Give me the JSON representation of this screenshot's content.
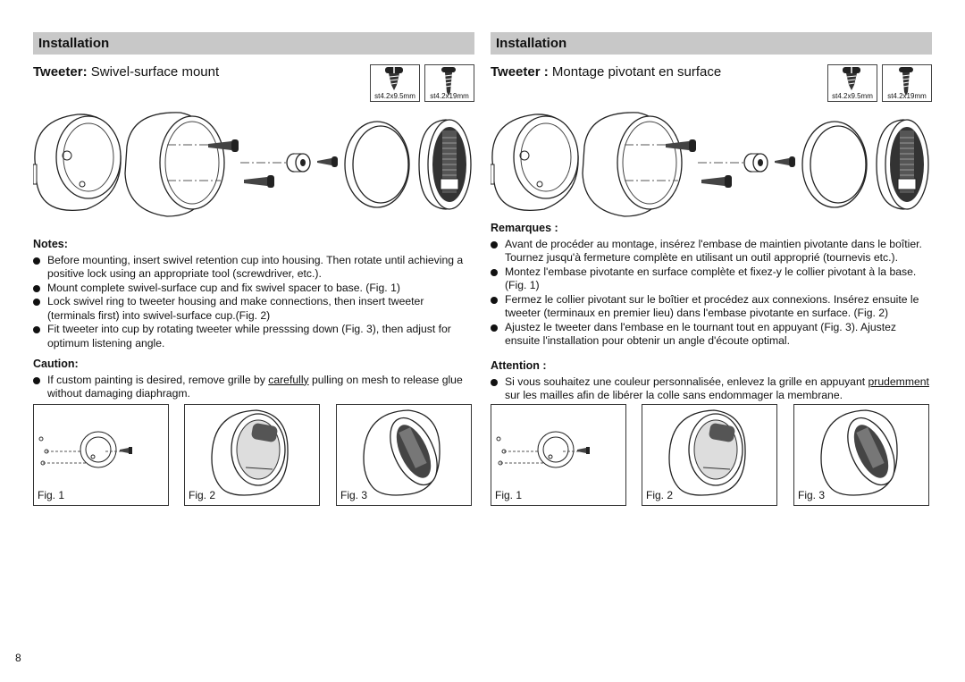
{
  "page_number": "8",
  "en": {
    "header": "Installation",
    "subtitle_bold": "Tweeter:",
    "subtitle_rest": " Swivel-surface mount",
    "screw1_label": "st4.2x9.5mm",
    "screw2_label": "st4.2x19mm",
    "notes_heading": "Notes:",
    "notes": [
      "Before mounting, insert swivel retention cup into housing. Then rotate until achieving a positive lock using an appropriate tool (screwdriver, etc.).",
      "Mount complete swivel-surface cup and fix swivel spacer to base. (Fig. 1)",
      "Lock swivel ring to tweeter housing and make connections, then insert tweeter (terminals first) into swivel-surface cup.(Fig. 2)",
      "Fit tweeter into cup by rotating tweeter while presssing down (Fig. 3), then adjust for optimum listening angle."
    ],
    "caution_heading": "Caution:",
    "caution_before": "If custom painting is desired, remove grille by ",
    "caution_underlined": "carefully",
    "caution_after": " pulling on mesh to release glue without damaging diaphragm.",
    "fig1": "Fig. 1",
    "fig2": "Fig. 2",
    "fig3": "Fig. 3"
  },
  "fr": {
    "header": "Installation",
    "subtitle_bold": "Tweeter :",
    "subtitle_rest": " Montage pivotant en surface",
    "screw1_label": "st4.2x9.5mm",
    "screw2_label": "st4.2x19mm",
    "notes_heading": "Remarques :",
    "notes": [
      "Avant de procéder au montage, insérez l'embase de maintien pivotante dans le boîtier. Tournez jusqu'à fermeture complète en utilisant un outil approprié (tournevis etc.).",
      "Montez l'embase pivotante en surface complète et fixez-y le collier pivotant à la base. (Fig. 1)",
      "Fermez le collier pivotant sur le boîtier et procédez aux connexions. Insérez ensuite le tweeter (terminaux en premier lieu) dans l'embase pivotante en surface. (Fig. 2)",
      "Ajustez le tweeter dans l'embase en le tournant tout en appuyant (Fig. 3). Ajustez ensuite l'installation pour obtenir un angle d'écoute optimal."
    ],
    "caution_heading": "Attention :",
    "caution_before": "Si vous souhaitez une couleur personnalisée, enlevez la grille en appuyant ",
    "caution_underlined": "prudemment",
    "caution_after": " sur les mailles afin de libérer la colle sans endommager la membrane.",
    "fig1": "Fig. 1",
    "fig2": "Fig. 2",
    "fig3": "Fig. 3"
  }
}
